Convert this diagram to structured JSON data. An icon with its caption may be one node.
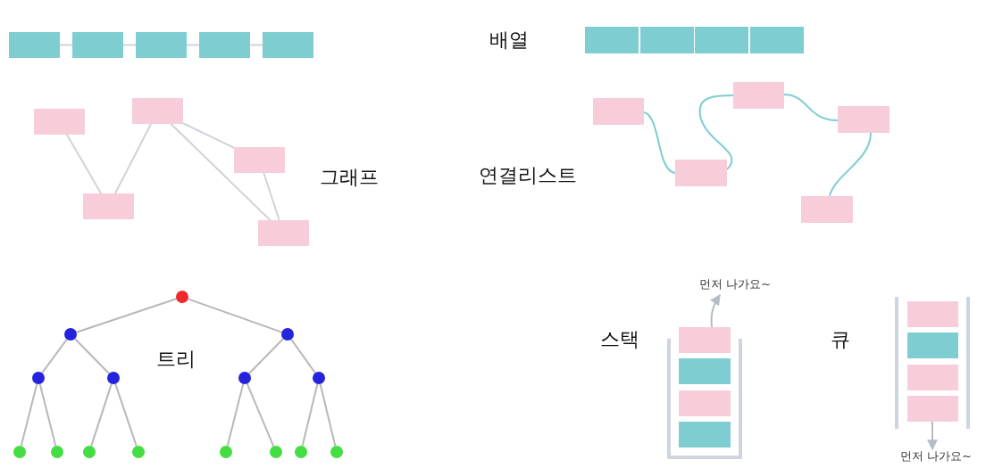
{
  "diagram": {
    "nodes": [
      {
        "text": [],
        "shape": "box"
      },
      {
        "text": [],
        "shape": "box"
      },
      {
        "text": [],
        "shape": "box"
      },
      {
        "text": [],
        "shape": "box"
      },
      {
        "text": [],
        "shape": "box"
      },
      {
        "text": [],
        "shape": "box"
      },
      {
        "text": [],
        "shape": "box"
      },
      {
        "text": [],
        "shape": "box"
      },
      {
        "text": [],
        "shape": "box"
      },
      {
        "text": [],
        "shape": "box"
      },
      {
        "text": [],
        "shape": "box"
      },
      {
        "text": [],
        "shape": "box"
      },
      {
        "text": [],
        "shape": "box"
      },
      {
        "text": [],
        "shape": "box"
      },
      {
        "text": [],
        "shape": "box"
      },
      {
        "text": [],
        "shape": "box"
      },
      {
        "text": [],
        "shape": "box"
      },
      {
        "text": [],
        "shape": "box"
      },
      {
        "text": [],
        "shape": "box"
      },
      {
        "text": [],
        "shape": "circle"
      },
      {
        "text": [],
        "shape": "circle"
      },
      {
        "text": [],
        "shape": "circle"
      },
      {
        "text": [],
        "shape": "circle"
      },
      {
        "text": [],
        "shape": "circle"
      },
      {
        "text": [],
        "shape": "circle"
      },
      {
        "text": [],
        "shape": "circle"
      },
      {
        "text": [],
        "shape": "circle"
      },
      {
        "text": [],
        "shape": "circle"
      },
      {
        "text": [],
        "shape": "circle"
      },
      {
        "text": [],
        "shape": "circle"
      },
      {
        "text": [],
        "shape": "circle"
      },
      {
        "text": [],
        "shape": "circle"
      },
      {
        "text": [],
        "shape": "circle"
      },
      {
        "text": [],
        "shape": "circle"
      },
      {
        "text": [
          "먼저 나가요~"
        ]
      },
      {
        "text": [],
        "shape": "box"
      },
      {
        "text": [],
        "shape": "box"
      },
      {
        "text": [],
        "shape": "box"
      },
      {
        "text": [],
        "shape": "box"
      },
      {
        "text": [],
        "shape": "box"
      },
      {
        "text": [],
        "shape": "box"
      },
      {
        "text": [],
        "shape": "box"
      },
      {
        "text": [],
        "shape": "box"
      },
      {
        "text": [
          "먼저 나가요~"
        ]
      }
    ],
    "edges": [
      {
        "from": 0,
        "to": 1,
        "arrow": "none"
      },
      {
        "from": 1,
        "to": 2,
        "arrow": "none"
      },
      {
        "from": 2,
        "to": 3,
        "arrow": "none"
      },
      {
        "from": 3,
        "to": 4,
        "arrow": "none"
      },
      {
        "from": 10,
        "to": 12,
        "arrow": "none"
      },
      {
        "from": 12,
        "to": 9,
        "arrow": "none"
      },
      {
        "from": 9,
        "to": 11,
        "arrow": "none"
      },
      {
        "from": 9,
        "to": 13,
        "arrow": "none"
      },
      {
        "from": 11,
        "to": 13,
        "arrow": "none"
      },
      {
        "from": 15,
        "to": 17,
        "arrow": "none",
        "color": "#7ecdd1"
      },
      {
        "from": 17,
        "to": 14,
        "arrow": "none",
        "color": "#7ecdd1"
      },
      {
        "from": 14,
        "to": 16,
        "arrow": "none",
        "color": "#7ecdd1"
      },
      {
        "from": 16,
        "to": 18,
        "arrow": "none",
        "color": "#7ecdd1"
      },
      {
        "from": 19,
        "to": 20,
        "arrow": "none"
      },
      {
        "from": 19,
        "to": 21,
        "arrow": "none"
      },
      {
        "from": 20,
        "to": 22,
        "arrow": "none"
      },
      {
        "from": 20,
        "to": 23,
        "arrow": "none"
      },
      {
        "from": 21,
        "to": 24,
        "arrow": "none"
      },
      {
        "from": 21,
        "to": 25,
        "arrow": "none"
      },
      {
        "from": 22,
        "to": 26,
        "arrow": "none"
      },
      {
        "from": 22,
        "to": 27,
        "arrow": "none"
      },
      {
        "from": 23,
        "to": 28,
        "arrow": "none"
      },
      {
        "from": 23,
        "to": 29,
        "arrow": "none"
      },
      {
        "from": 24,
        "to": 30,
        "arrow": "none"
      },
      {
        "from": 24,
        "to": 31,
        "arrow": "none"
      },
      {
        "from": 25,
        "to": 32,
        "arrow": "none"
      },
      {
        "from": 25,
        "to": 33,
        "arrow": "none"
      },
      {
        "from": 35,
        "to": 34,
        "arrow": "to"
      },
      {
        "from": 42,
        "to": 43,
        "arrow": "to"
      }
    ],
    "labels": [
      "배열",
      "그래프",
      "연결리스트",
      "트리",
      "스택",
      "큐"
    ]
  }
}
